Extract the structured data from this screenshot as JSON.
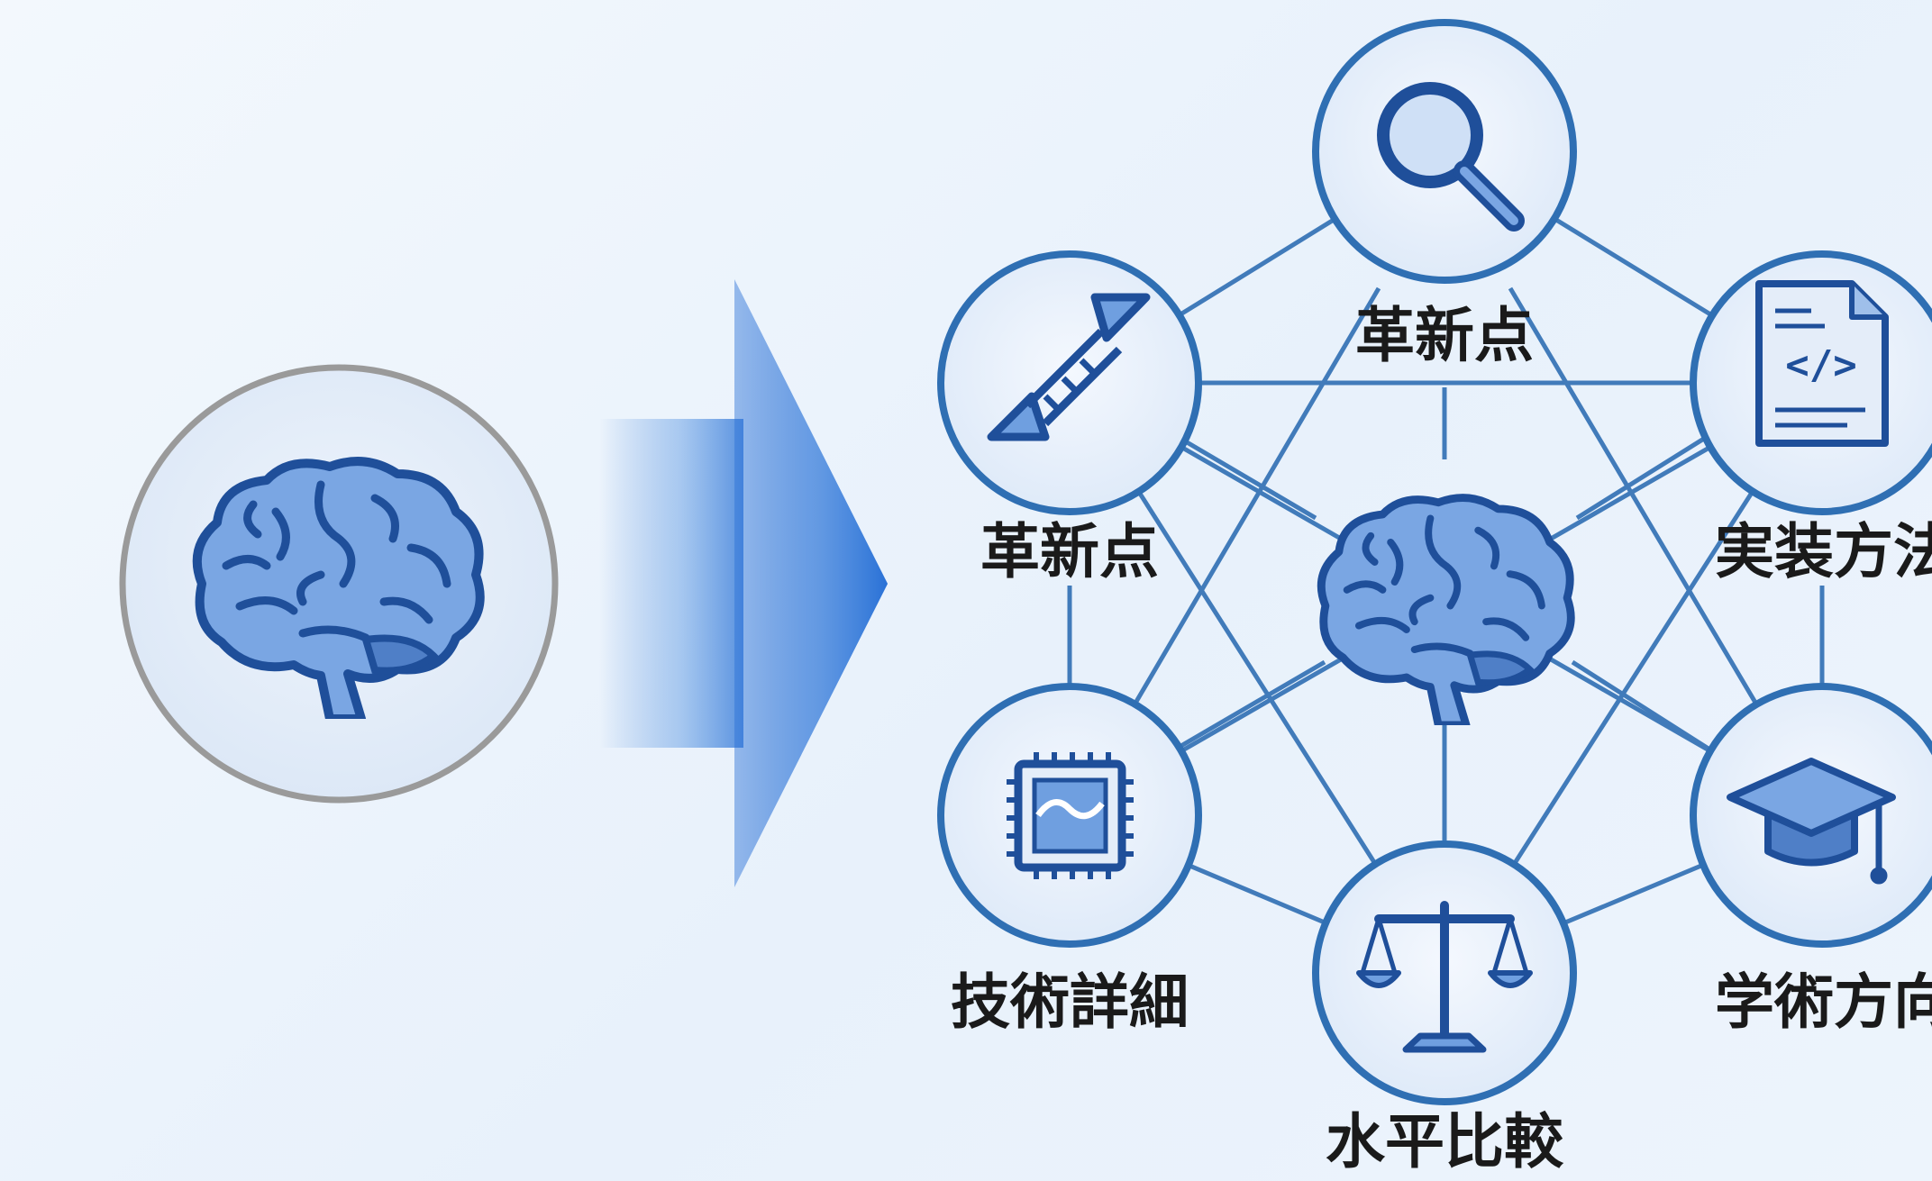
{
  "diagram": {
    "source_icon": "brain-icon",
    "arrow_icon": "arrow-right-icon",
    "hub_icon": "brain-icon",
    "colors": {
      "line": "#2f6fb3",
      "node_fill": "#eaf1fb",
      "icon_fill": "#6f9fe0",
      "icon_stroke": "#1f4f9a",
      "source_ring": "#9a9a9a",
      "arrow": "#2a72d6"
    },
    "nodes": [
      {
        "id": "search",
        "label": "革新点",
        "icon": "magnifier-icon"
      },
      {
        "id": "dna",
        "label": "革新点",
        "icon": "dna-icon"
      },
      {
        "id": "code",
        "label": "実装方法",
        "icon": "code-document-icon"
      },
      {
        "id": "chip",
        "label": "技術詳細",
        "icon": "chip-icon"
      },
      {
        "id": "scale",
        "label": "水平比較",
        "icon": "balance-scale-icon"
      },
      {
        "id": "cap",
        "label": "学術方向",
        "icon": "graduation-cap-icon"
      }
    ]
  }
}
